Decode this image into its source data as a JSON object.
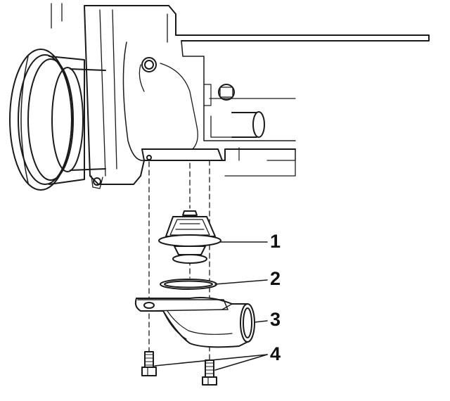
{
  "callouts": {
    "thermostat": "1",
    "seal_ring": "2",
    "housing_cover": "3",
    "bolts": "4"
  },
  "colors": {
    "line": "#1a1a1a",
    "fill": "#ffffff",
    "shade": "#bdbdbd"
  }
}
